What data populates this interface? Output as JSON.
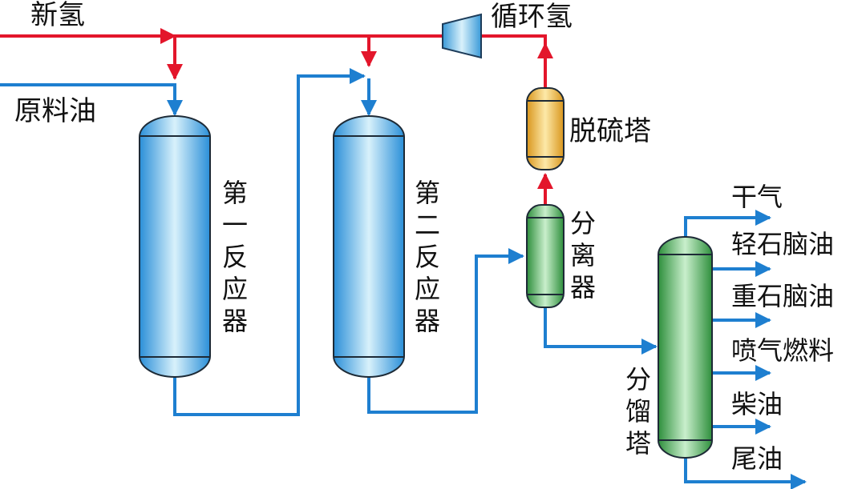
{
  "labels": {
    "fresh_hydrogen": "新氢",
    "recycle_hydrogen": "循环氢",
    "feed_oil": "原料油",
    "desulfurization_tower": "脱硫塔",
    "reactor1": [
      "第",
      "一",
      "反",
      "应",
      "器"
    ],
    "reactor2": [
      "第",
      "二",
      "反",
      "应",
      "器"
    ],
    "separator": [
      "分",
      "离",
      "器"
    ],
    "fractionator": [
      "分",
      "馏",
      "塔"
    ],
    "products": [
      "干气",
      "轻石脑油",
      "重石脑油",
      "喷气燃料",
      "柴油",
      "尾油"
    ]
  },
  "colors": {
    "hydrogen_line": "#e3162b",
    "oil_line": "#1e7fd0",
    "reactor_fill": "#5ab4e8",
    "separator_fill": "#4caf50",
    "desulfurizer_fill": "#f0b43c",
    "compressor_fill": "#7ec3ea"
  }
}
